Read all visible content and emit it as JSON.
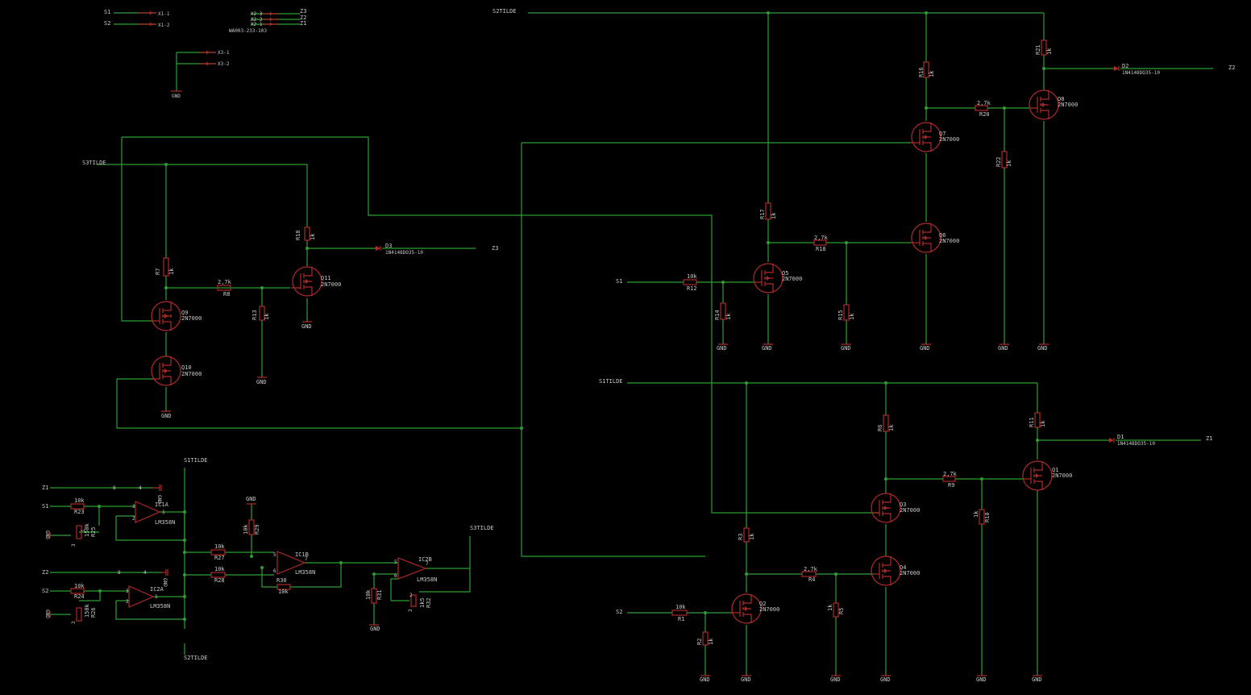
{
  "connectors": {
    "x1_1": "X1-1",
    "x1_2": "X1-2",
    "x2_3": "X2-3",
    "x2_2": "X2-2",
    "x2_1": "X2-1",
    "x2_part": "WA003-233-103",
    "x3_1": "X3-1",
    "x3_2": "X3-2"
  },
  "nets": {
    "s1": "S1",
    "s2": "S2",
    "z1": "Z1",
    "z2": "Z2",
    "z3": "Z3",
    "s1tilde": "S1TILDE",
    "s2tilde": "S2TILDE",
    "s3tilde": "S3TILDE",
    "gnd": "GND"
  },
  "values": {
    "r1k": "1k",
    "r2k7": "2,7k",
    "r10k": "10k",
    "r150k": "150k",
    "r1k5": "1k5"
  },
  "parts": {
    "nmos": "2N7000",
    "diode": "1N4148DO35-10",
    "opamp": "LM358N",
    "d1": "D1",
    "d2": "D2",
    "d3": "D3",
    "q1": "Q1",
    "q2": "Q2",
    "q3": "Q3",
    "q4": "Q4",
    "q5": "Q5",
    "q6": "Q6",
    "q7": "Q7",
    "q8": "Q8",
    "q9": "Q9",
    "q10": "Q10",
    "q11": "Q11",
    "r1": "R1",
    "r2": "R2",
    "r3": "R3",
    "r4": "R4",
    "r5": "R5",
    "r6": "R6",
    "r7": "R7",
    "r8": "R8",
    "r9": "R9",
    "r10": "R10",
    "r11": "R11",
    "r12": "R12",
    "r13": "R13",
    "r14": "R14",
    "r15": "R15",
    "r16": "R16",
    "r17": "R17",
    "r18": "R18",
    "r19": "R19",
    "r20": "R20",
    "r21": "R21",
    "r22": "R22",
    "r23": "R23",
    "r24": "R24",
    "r25": "R25",
    "r26": "R26",
    "r27": "R27",
    "r28": "R28",
    "r29": "R29",
    "r30": "R30",
    "r31": "R31",
    "r32": "R32",
    "ic1a": "IC1A",
    "ic1b": "IC1B",
    "ic2a": "IC2A",
    "ic2b": "IC2B"
  },
  "pins": {
    "p1": "1",
    "p2": "2",
    "p3": "3",
    "p4": "4",
    "p5": "5",
    "p6": "6",
    "p7": "7",
    "p8": "8"
  },
  "colors": {
    "background": "#000000",
    "wire": "#2e9e33",
    "component": "#b02a2a",
    "text": "#c8c8c8"
  }
}
